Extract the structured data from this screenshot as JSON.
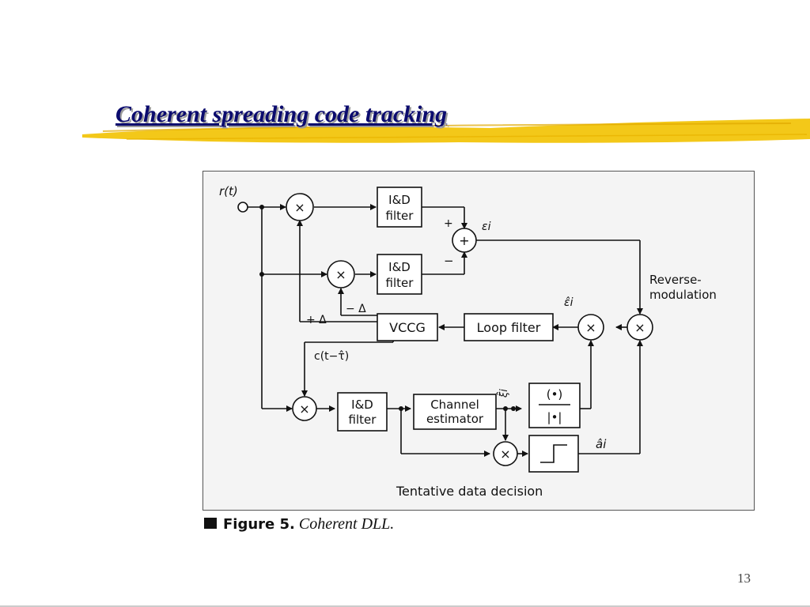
{
  "slide": {
    "title": "Coherent spreading code tracking",
    "page_number": "13",
    "accent_color": "#f2c200",
    "title_color": "#0b0b6e"
  },
  "diagram": {
    "input_label": "r(t)",
    "blocks": {
      "id_filter_top": [
        "I&D",
        "filter"
      ],
      "id_filter_mid": [
        "I&D",
        "filter"
      ],
      "id_filter_bottom": [
        "I&D",
        "filter"
      ],
      "vccg": "VCCG",
      "loop_filter": "Loop filter",
      "channel_estimator": [
        "Channel",
        "estimator"
      ],
      "normalizer": [
        "(•)",
        "|•|"
      ]
    },
    "operators": {
      "multiply": "×",
      "add": "+"
    },
    "labels": {
      "plus_sign": "+",
      "minus_sign": "−",
      "epsilon": "εi",
      "epsilon_hat": "ε̂i",
      "xi_hat": "ξ̂i",
      "a_hat": "âi",
      "plus_delta": "+ Δ",
      "minus_delta": "− Δ",
      "code_replica": "c(t−τ̂)",
      "reverse_modulation": [
        "Reverse-",
        "modulation"
      ],
      "tentative_decision": "Tentative data decision"
    },
    "caption": {
      "label": "Figure 5.",
      "text": "Coherent DLL."
    }
  }
}
